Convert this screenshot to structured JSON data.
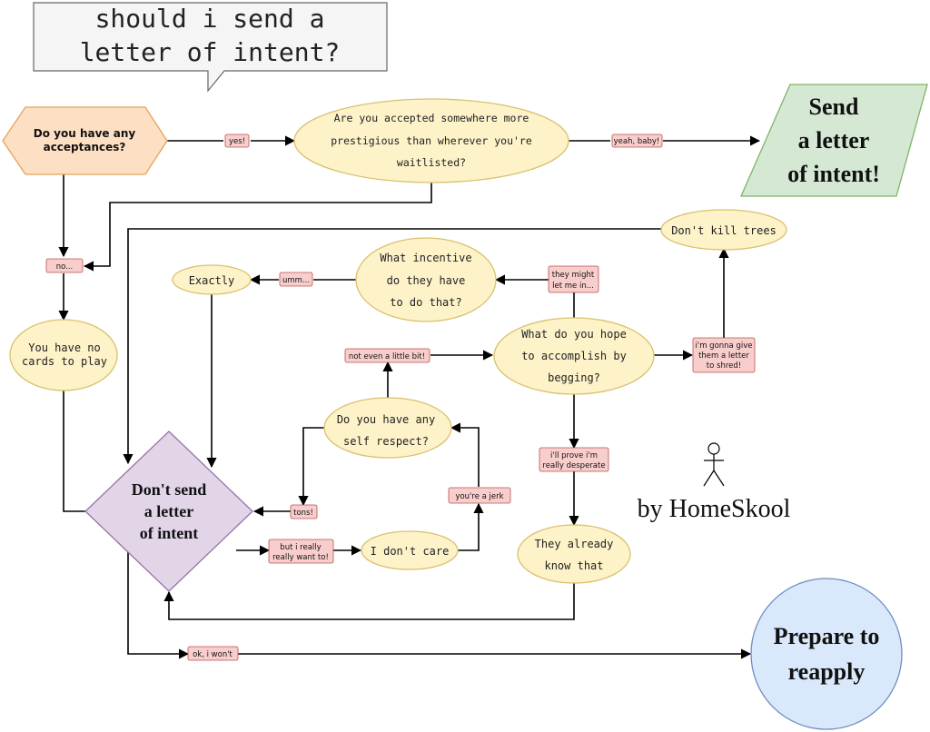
{
  "speech_bubble": [
    "should i send a",
    "letter of intent?"
  ],
  "nodes": {
    "acceptances": [
      "Do you have any",
      "acceptances?"
    ],
    "prestigious": [
      "Are you accepted somewhere more",
      "prestigious than wherever you're",
      "waitlisted?"
    ],
    "send_letter": [
      "Send",
      "a letter",
      "of intent!"
    ],
    "no_cards": [
      "You have no",
      "cards to play"
    ],
    "dont_kill_trees": [
      "Don't kill trees"
    ],
    "incentive": [
      "What incentive",
      "do they have",
      "to do that?"
    ],
    "exactly": [
      "Exactly"
    ],
    "hope": [
      "What do you hope",
      "to accomplish by",
      "begging?"
    ],
    "self_respect": [
      "Do you have any",
      "self respect?"
    ],
    "dont_send": [
      "Don't send",
      "a letter",
      "of intent"
    ],
    "dont_care": [
      "I don't care"
    ],
    "already_know": [
      "They already",
      "know that"
    ],
    "prepare": [
      "Prepare to",
      "reapply"
    ]
  },
  "edge_labels": {
    "yes": [
      "yes!"
    ],
    "yeah_baby": [
      "yeah, baby!"
    ],
    "no": [
      "no..."
    ],
    "umm": [
      "umm..."
    ],
    "might_let_in": [
      "they might",
      "let me in..."
    ],
    "not_even": [
      "not even a little bit!"
    ],
    "shred": [
      "i'm gonna give",
      "them a letter",
      "to shred!"
    ],
    "prove_desperate": [
      "i'll prove i'm",
      "really desperate"
    ],
    "jerk": [
      "you're a jerk"
    ],
    "tons": [
      "tons!"
    ],
    "really_want": [
      "but i really",
      "really want to!"
    ],
    "ok_wont": [
      "ok, i won't"
    ]
  },
  "byline": "by HomeSkool",
  "icons": [
    "stick-figure-icon"
  ],
  "colors": {
    "orange_fill": "#fde0c4",
    "orange_stroke": "#e6a15a",
    "yellow_fill": "#fdf2c8",
    "yellow_stroke": "#d9c16e",
    "green_fill": "#d5e8d4",
    "green_stroke": "#82b366",
    "purple_fill": "#e1d5e7",
    "purple_stroke": "#9673a6",
    "blue_fill": "#dae8fc",
    "blue_stroke": "#6c8ebf",
    "label_fill": "#f8cecc",
    "label_stroke": "#b85450"
  }
}
